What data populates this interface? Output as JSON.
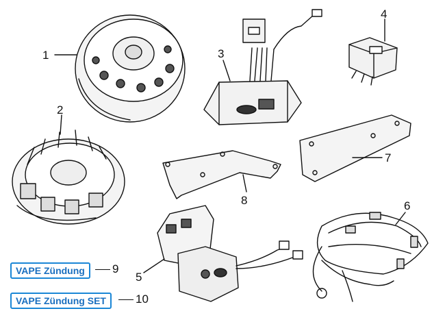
{
  "parts": [
    {
      "number": "1",
      "name": "flywheel-rotor"
    },
    {
      "number": "2",
      "name": "stator"
    },
    {
      "number": "3",
      "name": "voltage-regulator"
    },
    {
      "number": "4",
      "name": "relay"
    },
    {
      "number": "5",
      "name": "ignition-coil-module"
    },
    {
      "number": "6",
      "name": "wiring-harness"
    },
    {
      "number": "7",
      "name": "mounting-plate"
    },
    {
      "number": "8",
      "name": "bracket"
    }
  ],
  "callouts": [
    {
      "label": "VAPE Zündung",
      "number": "9"
    },
    {
      "label": "VAPE Zündung SET",
      "number": "10"
    }
  ],
  "colors": {
    "accent": "#1a86d6",
    "accent_text": "#1a6fbf",
    "ink": "#111111"
  }
}
